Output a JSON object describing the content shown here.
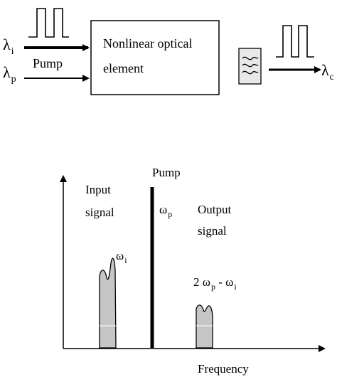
{
  "top": {
    "lambda_i": {
      "symbol": "λ",
      "sub": "i"
    },
    "lambda_p": {
      "symbol": "λ",
      "sub": "p"
    },
    "lambda_c": {
      "symbol": "λ",
      "sub": "c"
    },
    "pump_label": "Pump",
    "element_line1": "Nonlinear optical",
    "element_line2": "element"
  },
  "bottom": {
    "pump_label": "Pump",
    "omega_p": {
      "symbol": "ω",
      "sub": "p"
    },
    "omega_i": {
      "symbol": "ω",
      "sub": "i"
    },
    "input_line1": "Input",
    "input_line2": "signal",
    "output_line1": "Output",
    "output_line2": "signal",
    "conversion": {
      "prefix": "2 ",
      "symbol1": "ω",
      "sub1": "p",
      "minus": " - ",
      "symbol2": "ω",
      "sub2": "i"
    },
    "xaxis_label": "Frequency"
  }
}
